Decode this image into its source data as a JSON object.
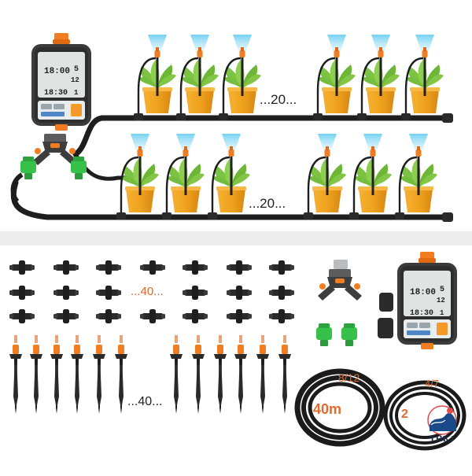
{
  "top_section": {
    "row1_count_label": "...20...",
    "row2_count_label": "...20...",
    "timer_display": {
      "time1": "18:00",
      "time2": "18:30",
      "num1": "5",
      "num2": "12",
      "num3": "1"
    }
  },
  "bottom_section": {
    "connectors_count_label": "...40...",
    "stakes_count_label": "...40...",
    "tube_large_size": "8/12",
    "tube_large_length": "40m",
    "tube_small_size": "4/7",
    "tube_small_length": "2",
    "timer_display": {
      "time1": "18:00",
      "time2": "18:30",
      "num1": "5",
      "num2": "12",
      "num3": "1"
    }
  },
  "brand": "THKJ",
  "colors": {
    "hose": "#1e1e1e",
    "pot": "#f0a21e",
    "leaf": "#7cc243",
    "orange_part": "#f07d22",
    "green_part": "#36c24a",
    "spray": "#7fd3f0",
    "timer_body": "#3b3b3b",
    "timer_screen": "#dfe3e2"
  }
}
